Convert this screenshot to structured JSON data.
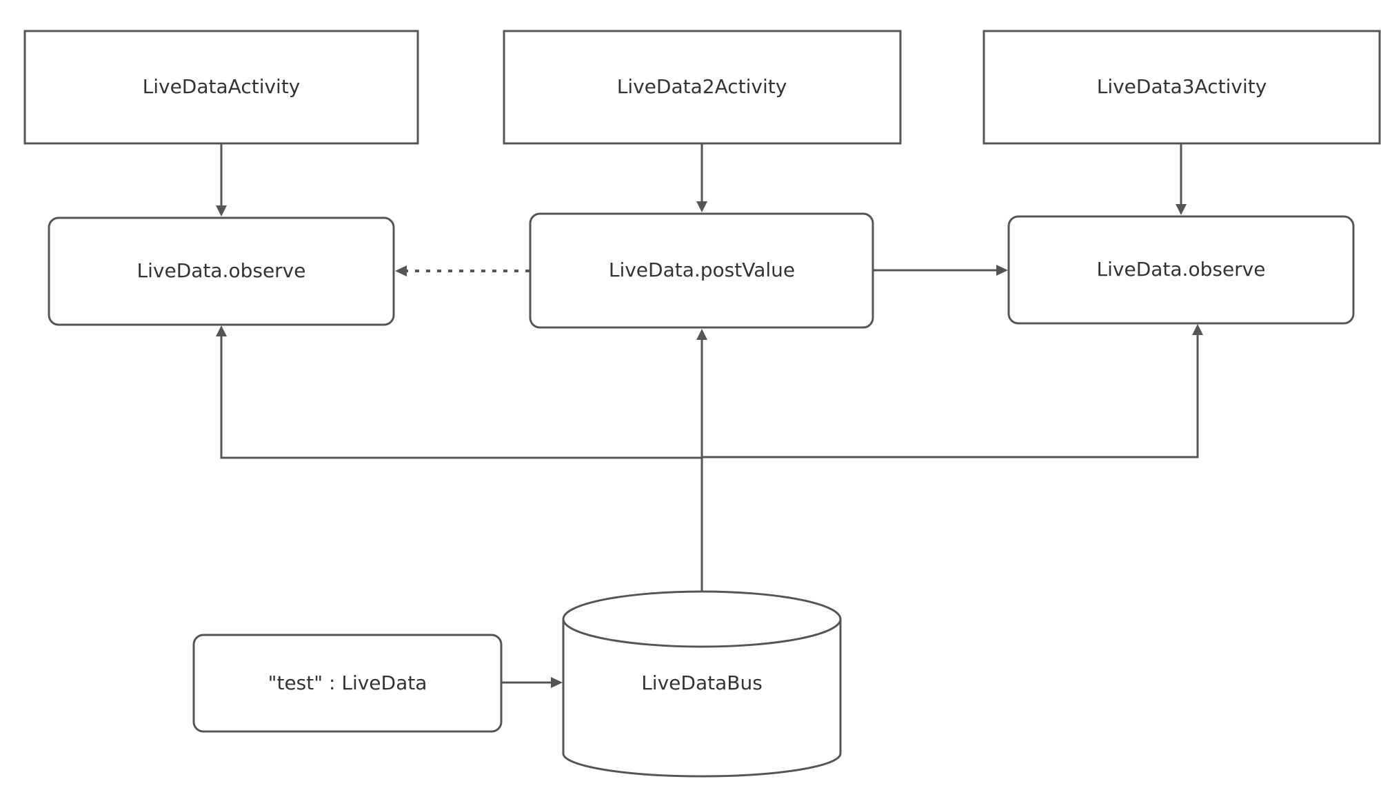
{
  "nodes": {
    "activity1": {
      "label": "LiveDataActivity",
      "shape": "rectangle"
    },
    "activity2": {
      "label": "LiveData2Activity",
      "shape": "rectangle"
    },
    "activity3": {
      "label": "LiveData3Activity",
      "shape": "rectangle"
    },
    "observe_left": {
      "label": "LiveData.observe",
      "shape": "rounded-rectangle"
    },
    "post_value": {
      "label": "LiveData.postValue",
      "shape": "rounded-rectangle"
    },
    "observe_right": {
      "label": "LiveData.observe",
      "shape": "rounded-rectangle"
    },
    "test_livedata": {
      "label": "\"test\" : LiveData",
      "shape": "rounded-rectangle"
    },
    "bus": {
      "label": "LiveDataBus",
      "shape": "cylinder"
    }
  },
  "edges": [
    {
      "from": "activity1",
      "to": "observe_left",
      "style": "solid"
    },
    {
      "from": "activity2",
      "to": "post_value",
      "style": "solid"
    },
    {
      "from": "activity3",
      "to": "observe_right",
      "style": "solid"
    },
    {
      "from": "post_value",
      "to": "observe_left",
      "style": "dashed"
    },
    {
      "from": "post_value",
      "to": "observe_right",
      "style": "solid"
    },
    {
      "from": "bus",
      "to": "observe_left",
      "style": "solid"
    },
    {
      "from": "bus",
      "to": "post_value",
      "style": "solid"
    },
    {
      "from": "bus",
      "to": "observe_right",
      "style": "solid"
    },
    {
      "from": "test_livedata",
      "to": "bus",
      "style": "solid"
    }
  ],
  "colors": {
    "stroke": "#555555",
    "text": "#333333",
    "background": "#ffffff"
  }
}
